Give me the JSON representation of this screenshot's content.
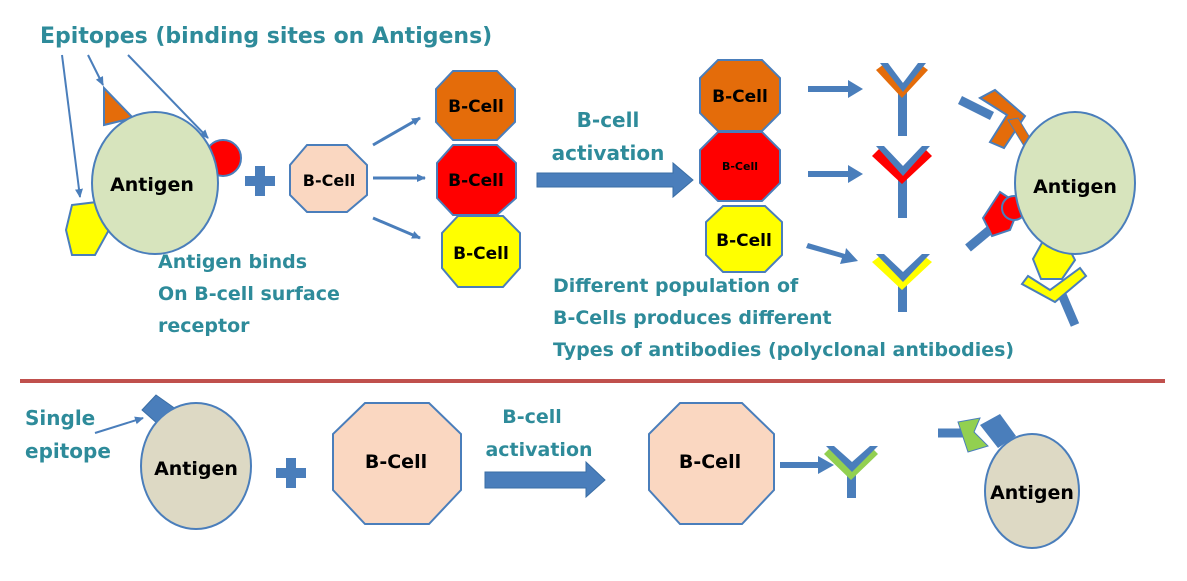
{
  "colors": {
    "teal_text": "#2e8b9a",
    "arrow_blue": "#4a7ebb",
    "antigen_green": "#d7e4bd",
    "antigen_tan": "#ddd9c4",
    "bcell_peach": "#fad7c1",
    "orange": "#e46c0a",
    "red": "#ff0000",
    "yellow": "#ffff00",
    "green_antibody": "#92d050",
    "divider": "#c0504d"
  },
  "top": {
    "epitopes_label": "Epitopes (binding sites on Antigens)",
    "antigen_left": "Antigen",
    "antigen_right": "Antigen",
    "bcell_center": "B-Cell",
    "bcell_orange": "B-Cell",
    "bcell_red": "B-Cell",
    "bcell_yellow": "B-Cell",
    "bcell_orange_2": "B-Cell",
    "bcell_red_2": "B-Cell",
    "bcell_yellow_2": "B-Cell",
    "activation_line1": "B-cell",
    "activation_line2": "activation",
    "binds_line1": "Antigen binds",
    "binds_line2": "On B-cell surface",
    "binds_line3": "receptor",
    "poly_line1": "Different population of",
    "poly_line2": "B-Cells produces different",
    "poly_line3": "Types of antibodies (polyclonal antibodies)"
  },
  "bottom": {
    "single_line1": "Single",
    "single_line2": "epitope",
    "antigen_left": "Antigen",
    "bcell_1": "B-Cell",
    "activation_line1": "B-cell",
    "activation_line2": "activation",
    "bcell_2": "B-Cell",
    "antigen_right": "Antigen"
  }
}
